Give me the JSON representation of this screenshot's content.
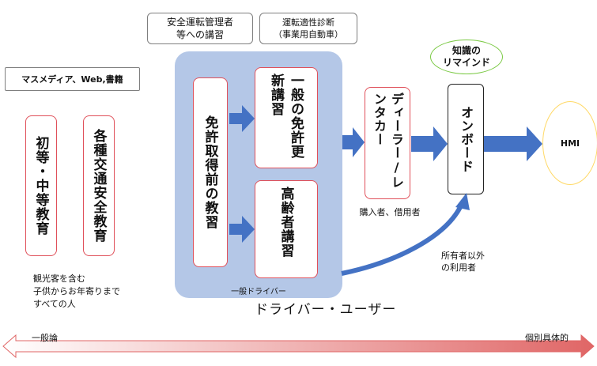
{
  "top_labels": {
    "instructor_lecture_line1": "安全運転管理者",
    "instructor_lecture_line2": "等への講習",
    "aptitude_line1": "運転適性診断",
    "aptitude_line2": "（事業用自動車）"
  },
  "mass_media": "マスメディア、Web,書籍",
  "left_boxes": {
    "school_education": "初等・中等教育",
    "traffic_safety_education": "各種交通安全教育"
  },
  "audience_note": {
    "line1": "観光客を含む",
    "line2": "子供からお年寄りまで",
    "line3": "すべての人"
  },
  "panel": {
    "pre_license": "免許取得前の教習",
    "renewal": "一般の免許更新講習",
    "elderly": "高齢者講習",
    "general_driver_caption": "一般ドライバー"
  },
  "dealer": {
    "label": "ディーラー/レンタカー",
    "caption": "購入者、借用者"
  },
  "knowledge_reminder": {
    "line1": "知識の",
    "line2": "リマインド"
  },
  "onboard": "オンボード",
  "non_owner_note": {
    "line1": "所有者以外",
    "line2": "の利用者"
  },
  "hmi": "HMI",
  "driver_user": "ドライバー・ユーザー",
  "spectrum": {
    "left": "一般論",
    "right": "個別具体的"
  },
  "colors": {
    "panel_fill": "#b4c7e7",
    "arrow_blue": "#4472c4",
    "box_red_border": "#e0505a",
    "hmi_border": "#ffd966",
    "reminder_border": "#7ac943",
    "spectrum_gradient_end": "#e06666"
  }
}
